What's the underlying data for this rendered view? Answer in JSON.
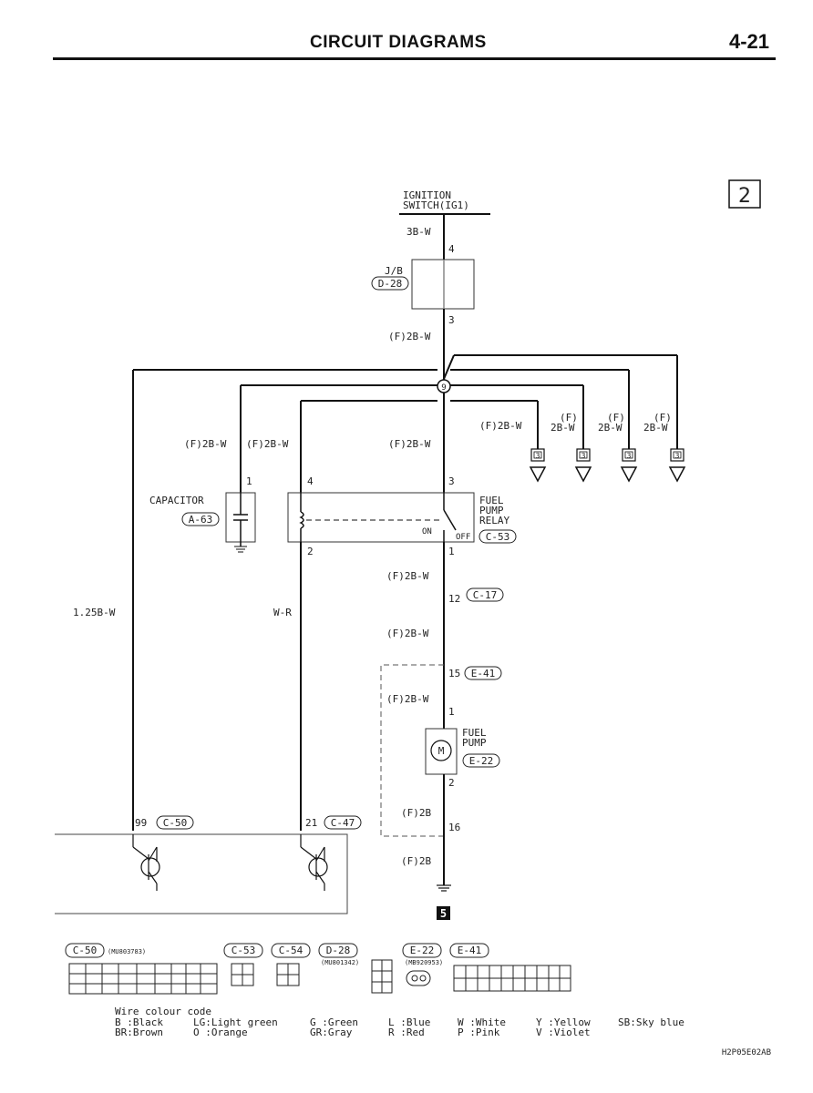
{
  "header": {
    "title": "CIRCUIT DIAGRAMS",
    "page": "4-21"
  },
  "diagram": {
    "sheet_number": "2",
    "ignition_switch": [
      "IGNITION",
      "SWITCH(IG1)"
    ],
    "wires": {
      "w3bw": "3B-W",
      "f2bw": "(F)2B-W",
      "f": "(F)",
      "w2bw": "2B-W",
      "w125bw": "1.25B-W",
      "wwr": "W-R",
      "f2b": "(F)2B"
    },
    "pins": {
      "p1": "1",
      "p2": "2",
      "p3": "3",
      "p4": "4",
      "p12": "12",
      "p15": "15",
      "p16": "16",
      "p21": "21",
      "p99": "99"
    },
    "junction_block": "J/B",
    "junction_symbol": "9",
    "connectors": {
      "d28": "D-28",
      "a63": "A-63",
      "c53": "C-53",
      "c17": "C-17",
      "e41": "E-41",
      "e22": "E-22",
      "c50": "C-50",
      "c47": "C-47",
      "c54": "C-54"
    },
    "capacitor": "CAPACITOR",
    "relay": [
      "FUEL",
      "PUMP",
      "RELAY"
    ],
    "relay_on": "ON",
    "relay_off": "OFF",
    "fuel_pump": [
      "FUEL",
      "PUMP"
    ],
    "motor_symbol": "M",
    "destination": "3",
    "ground_ref": "5",
    "part_numbers": {
      "c50": "(MU803783)",
      "d28": "(MU801342)",
      "e22": "(MB920953)"
    }
  },
  "legend": {
    "title": "Wire colour code",
    "rows": [
      [
        "B :Black",
        "LG:Light green",
        "G :Green",
        "L :Blue",
        "W :White",
        "Y :Yellow",
        "SB:Sky blue"
      ],
      [
        "BR:Brown",
        "O :Orange",
        "GR:Gray",
        "R :Red",
        "P :Pink",
        "V :Violet",
        ""
      ]
    ]
  },
  "footer_code": "H2P05E02AB"
}
